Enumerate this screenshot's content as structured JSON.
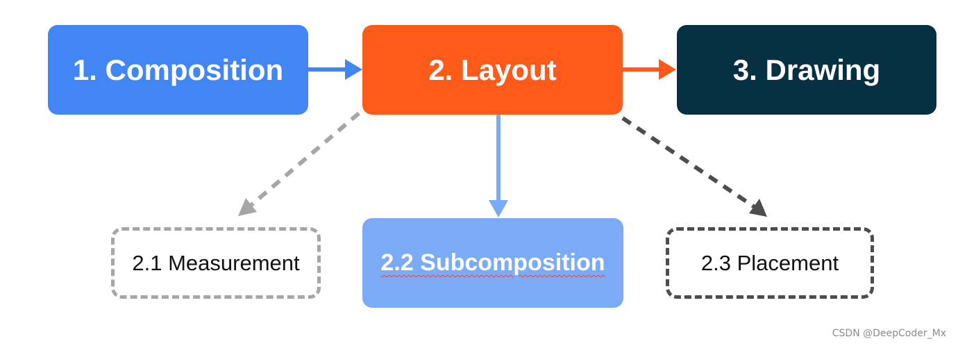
{
  "diagram": {
    "stages": [
      {
        "id": "composition",
        "label": "1. Composition",
        "color": "#4285f4"
      },
      {
        "id": "layout",
        "label": "2. Layout",
        "color": "#ff5a1a"
      },
      {
        "id": "drawing",
        "label": "3. Drawing",
        "color": "#073042"
      }
    ],
    "layout_steps": [
      {
        "id": "measurement",
        "label": "2.1 Measurement",
        "border_style": "dashed",
        "border_color": "#a6a6a6"
      },
      {
        "id": "subcomposition",
        "label": "2.2 Subcomposition",
        "fill_color": "#7baaf7",
        "underline_color": "#ea4335"
      },
      {
        "id": "placement",
        "label": "2.3 Placement",
        "border_style": "dashed",
        "border_color": "#4d4d4d"
      }
    ],
    "connections": [
      {
        "from": "composition",
        "to": "layout",
        "style": "solid",
        "color": "#4285f4"
      },
      {
        "from": "layout",
        "to": "drawing",
        "style": "solid",
        "color": "#ff5a1a"
      },
      {
        "from": "layout",
        "to": "measurement",
        "style": "dashed",
        "color": "#a6a6a6"
      },
      {
        "from": "layout",
        "to": "subcomposition",
        "style": "solid",
        "color": "#7baaf7"
      },
      {
        "from": "layout",
        "to": "placement",
        "style": "dashed",
        "color": "#4d4d4d"
      }
    ]
  },
  "watermark": "CSDN @DeepCoder_Mx"
}
